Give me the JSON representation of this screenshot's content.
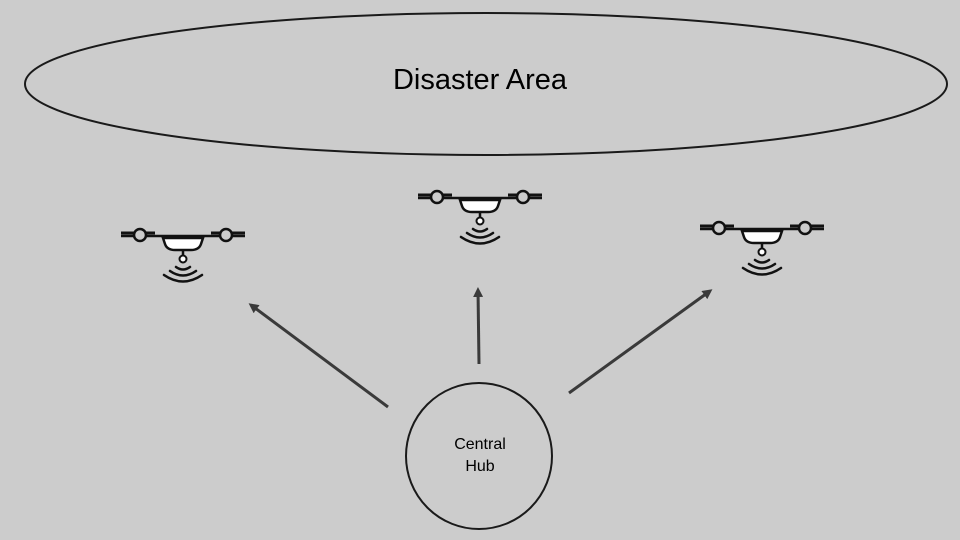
{
  "diagram": {
    "disaster_area": {
      "label": "Disaster Area"
    },
    "hub": {
      "label_line1": "Central",
      "label_line2": "Hub"
    },
    "drones": [
      {
        "name": "drone-left",
        "signal": "wifi-signal-icon"
      },
      {
        "name": "drone-center",
        "signal": "wifi-signal-icon"
      },
      {
        "name": "drone-right",
        "signal": "wifi-signal-icon"
      }
    ],
    "connections": [
      {
        "from": "hub",
        "to": "drone-left"
      },
      {
        "from": "hub",
        "to": "drone-center"
      },
      {
        "from": "hub",
        "to": "drone-right"
      }
    ],
    "colors": {
      "background": "#cccccc",
      "stroke": "#1a1a1a",
      "arrow": "#3a3a3a"
    }
  }
}
